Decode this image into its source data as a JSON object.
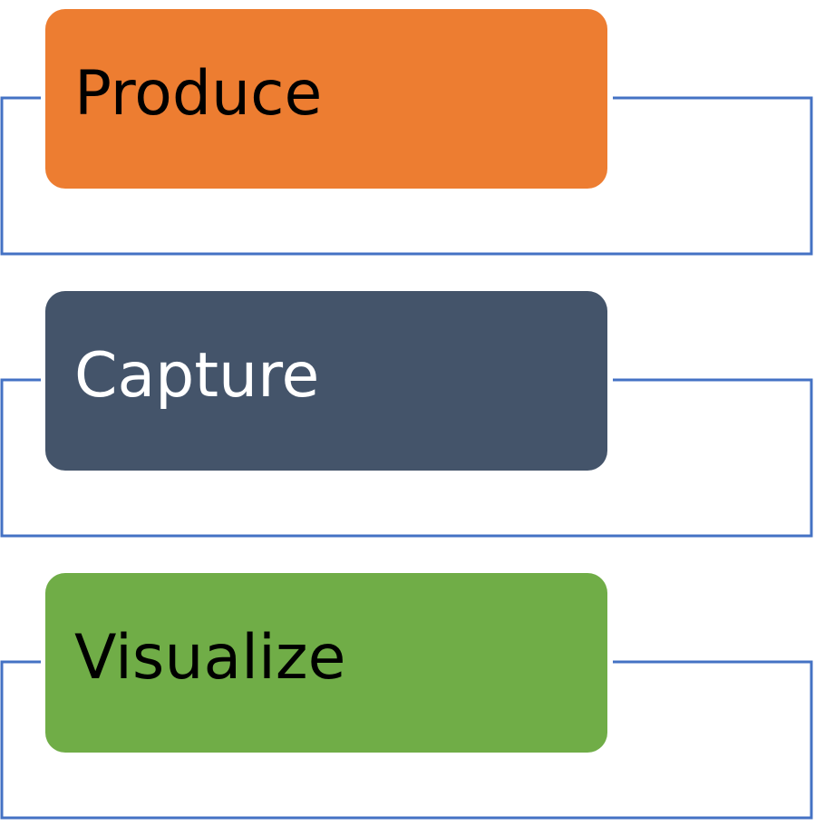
{
  "diagram": {
    "connector_color": "#4472C4",
    "stages": [
      {
        "label": "Produce",
        "fill": "#ED7D31",
        "text_color": "#000000"
      },
      {
        "label": "Capture",
        "fill": "#44546A",
        "text_color": "#FFFFFF"
      },
      {
        "label": "Visualize",
        "fill": "#70AD47",
        "text_color": "#000000"
      }
    ]
  }
}
